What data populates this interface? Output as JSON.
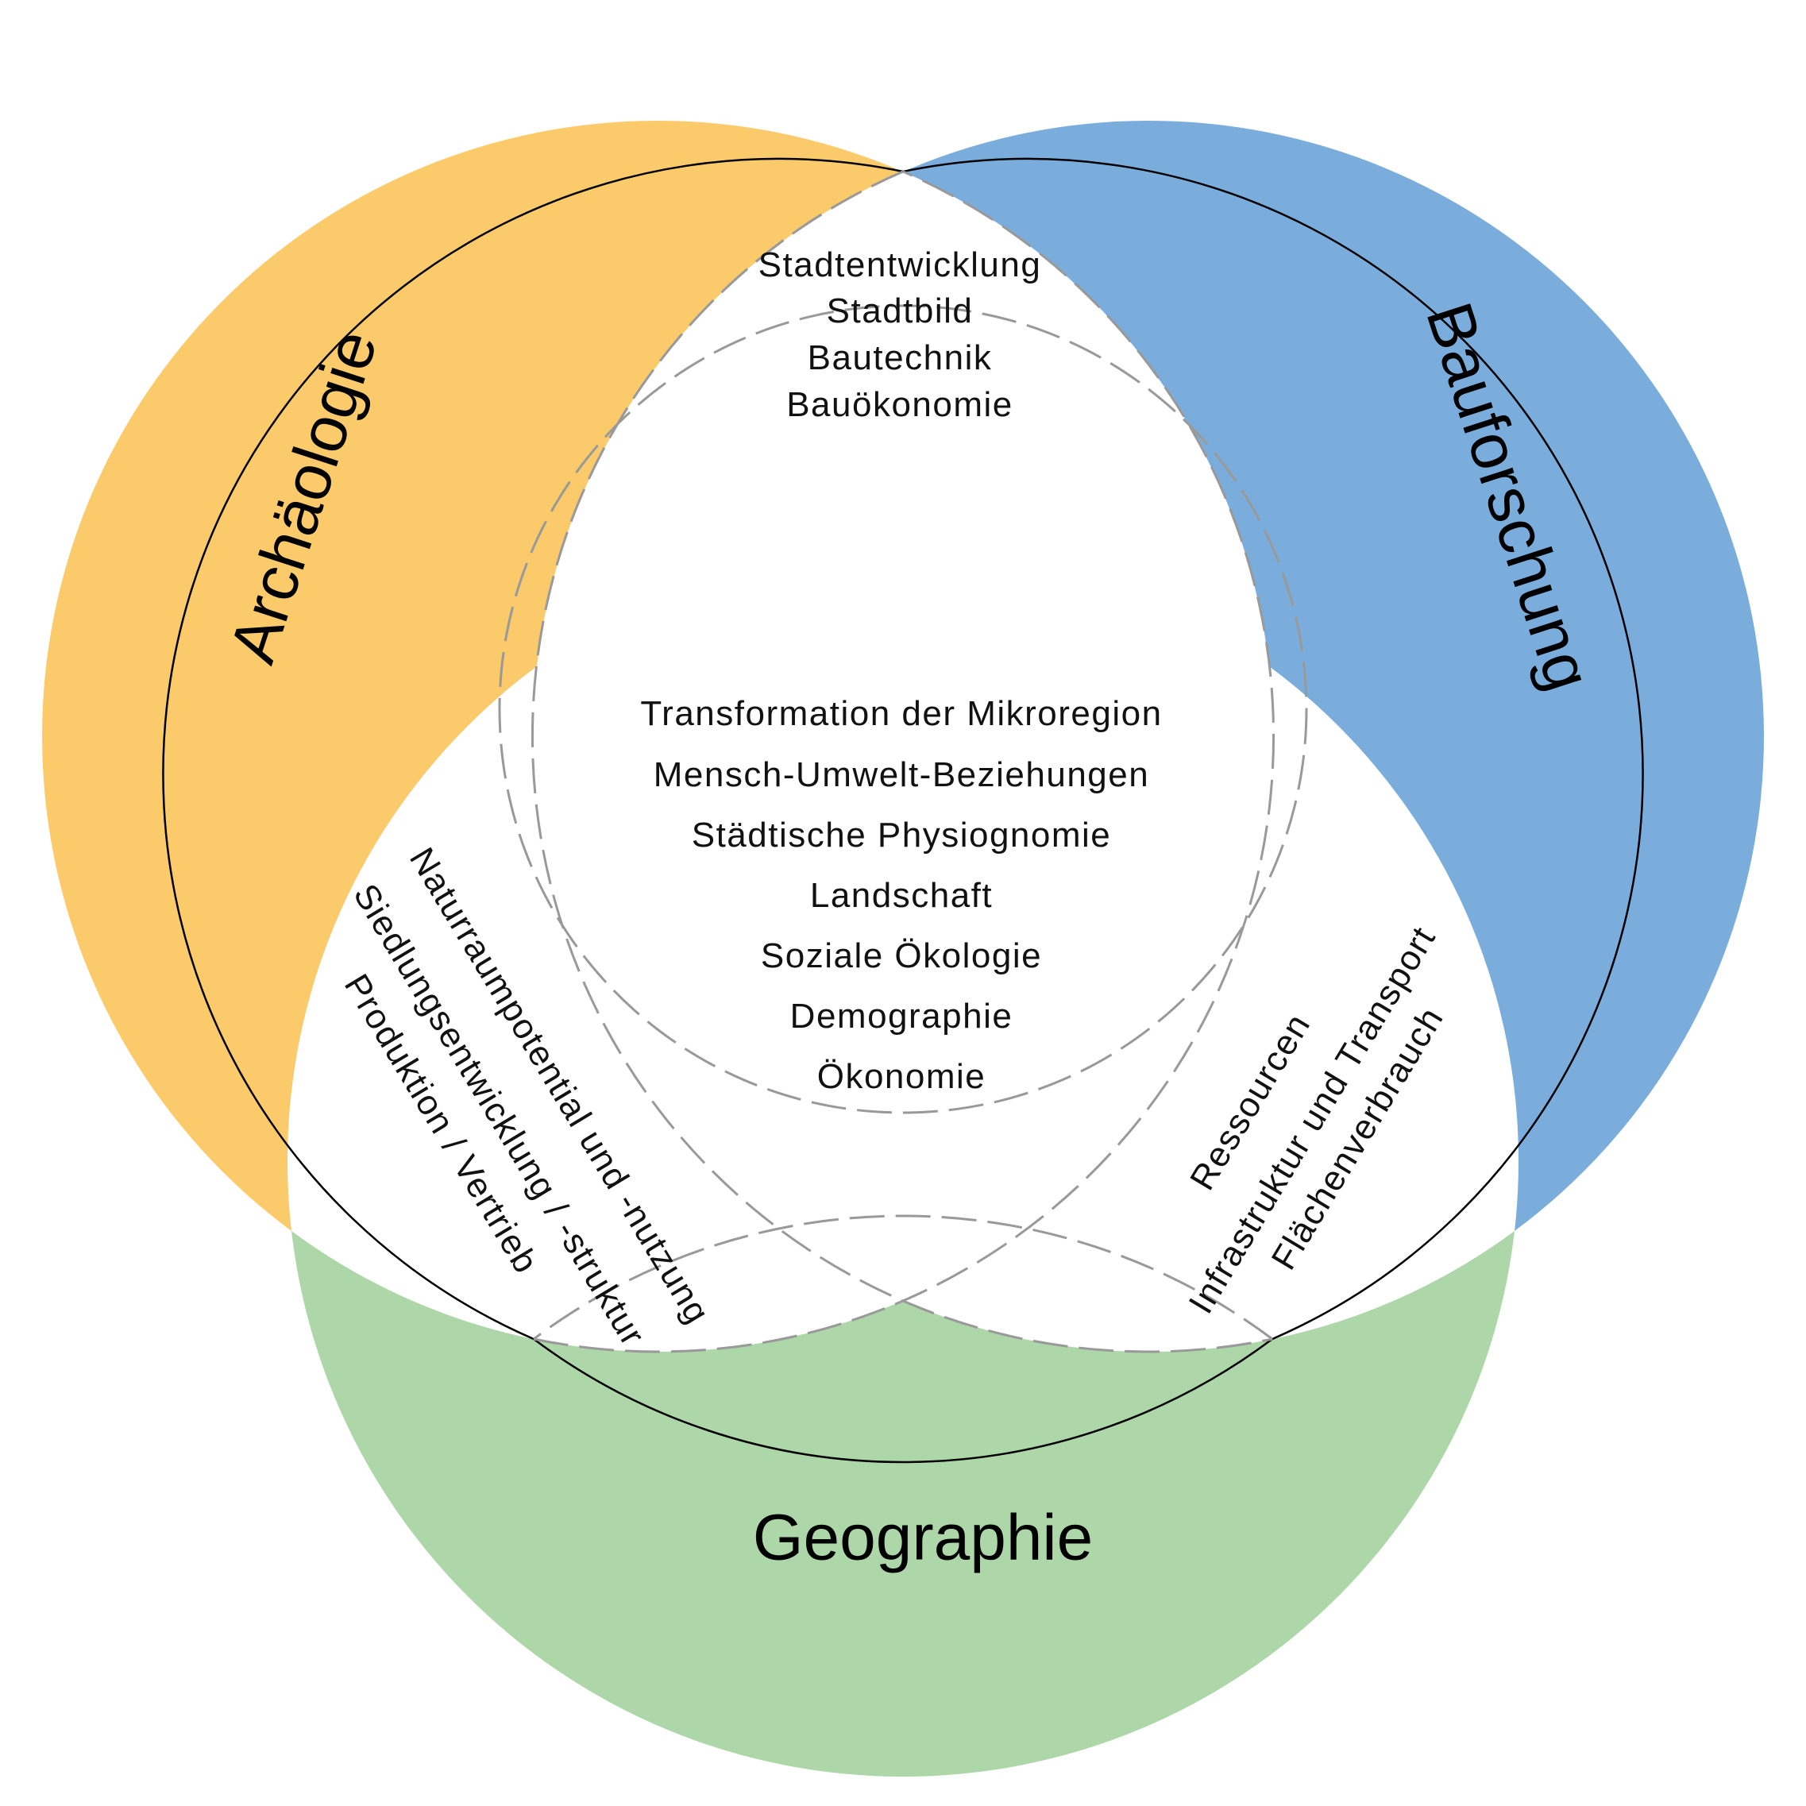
{
  "circles": [
    {
      "label": "Archäologie",
      "color": "#FBCB6B"
    },
    {
      "label": "Bauforschung",
      "color": "#7BADDC"
    },
    {
      "label": "Geographie",
      "color": "#AED7A9"
    }
  ],
  "regions": {
    "archaeologie_bauforschung": [
      "Stadtentwicklung",
      "Stadtbild",
      "Bautechnik",
      "Bauökonomie"
    ],
    "center": [
      "Transformation der Mikroregion",
      "Mensch-Umwelt-Beziehungen",
      "Städtische Physiognomie",
      "Landschaft",
      "Soziale Ökologie",
      "Demographie",
      "Ökonomie"
    ],
    "archaeologie_geographie": [
      "Naturraumpotential und -nutzung",
      "Siedlungsentwicklung / -struktur",
      "Produktion / Vertrieb"
    ],
    "bauforschung_geographie": [
      "Ressourcen",
      "Infrastruktur und Transport",
      "Flächenverbrauch"
    ]
  }
}
